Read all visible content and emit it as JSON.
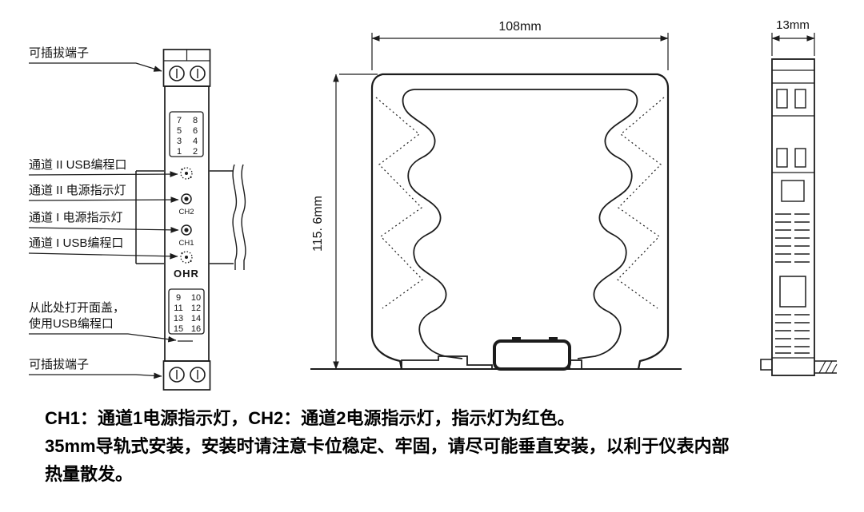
{
  "front_view": {
    "labels": {
      "pluggable_terminal_top": "可插拔端子",
      "ch2_usb_port": "通道 II USB编程口",
      "ch2_power_led": "通道 II 电源指示灯",
      "ch1_power_led": "通道 I 电源指示灯",
      "ch1_usb_port": "通道 I USB编程口",
      "open_cover_line1": "从此处打开面盖，",
      "open_cover_line2": "使用USB编程口",
      "pluggable_terminal_bottom": "可插拔端子"
    },
    "device": {
      "brand": "OHR",
      "ch2": "CH2",
      "ch1": "CH1",
      "terminals_top": [
        [
          "7",
          "8"
        ],
        [
          "5",
          "6"
        ],
        [
          "3",
          "4"
        ],
        [
          "1",
          "2"
        ]
      ],
      "terminals_bottom": [
        [
          "9",
          "10"
        ],
        [
          "11",
          "12"
        ],
        [
          "13",
          "14"
        ],
        [
          "15",
          "16"
        ]
      ]
    }
  },
  "side_view": {
    "width": "108mm",
    "height": "115. 6mm"
  },
  "profile_view": {
    "width": "13mm"
  },
  "notes": [
    "CH1：通道1电源指示灯，CH2：通道2电源指示灯，指示灯为红色。",
    "35mm导轨式安装，安装时请注意卡位稳定、牢固，请尽可能垂直安装，以利于仪表内部",
    "热量散发。"
  ]
}
